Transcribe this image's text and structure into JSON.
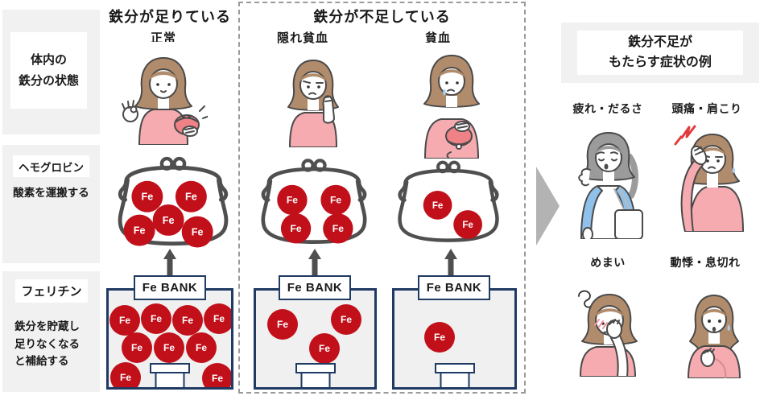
{
  "fe": {
    "symbol": "Fe",
    "bank_label": "Fe BANK"
  },
  "sidebar": {
    "state_box": {
      "line1": "体内の",
      "line2": "鉄分の状態"
    },
    "hemoglobin": {
      "title": "ヘモグロビン",
      "desc": "酸素を運搬する"
    },
    "ferritin": {
      "title": "フェリチン",
      "desc1": "鉄分を貯蔵し",
      "desc2": "足りなくなる",
      "desc3": "と補給する"
    }
  },
  "sections": {
    "sufficient": {
      "header": "鉄分が足りている",
      "column_label": "正常",
      "purse_fe": 5,
      "bank_fe": 9
    },
    "deficient": {
      "header": "鉄分が不足している",
      "columns": [
        {
          "label": "隠れ貧血",
          "purse_fe": 4,
          "bank_fe": 3
        },
        {
          "label": "貧血",
          "purse_fe": 2,
          "bank_fe": 1
        }
      ]
    }
  },
  "symptoms": {
    "header_line1": "鉄分不足が",
    "header_line2": "もたらす症状の例",
    "items": [
      {
        "label": "疲れ・だるさ"
      },
      {
        "label": "頭痛・肩こり"
      },
      {
        "label": "めまい"
      },
      {
        "label": "動悸・息切れ"
      }
    ]
  },
  "colors": {
    "fe_red": "#c1101a",
    "bank_navy": "#1f3a63",
    "panel_grey": "#f1f1f1",
    "outline_grey": "#4f4f4f",
    "dash_grey": "#9b9b9b",
    "arrow_grey": "#b3b3b3",
    "bank_fill": "#f0f0f0",
    "text_dark": "#1a1a1a",
    "skin_pink": "#f5abb0",
    "hair_brown": "#b18c6c",
    "accent_red": "#e23b3b",
    "blue": "#8fc1ea"
  }
}
